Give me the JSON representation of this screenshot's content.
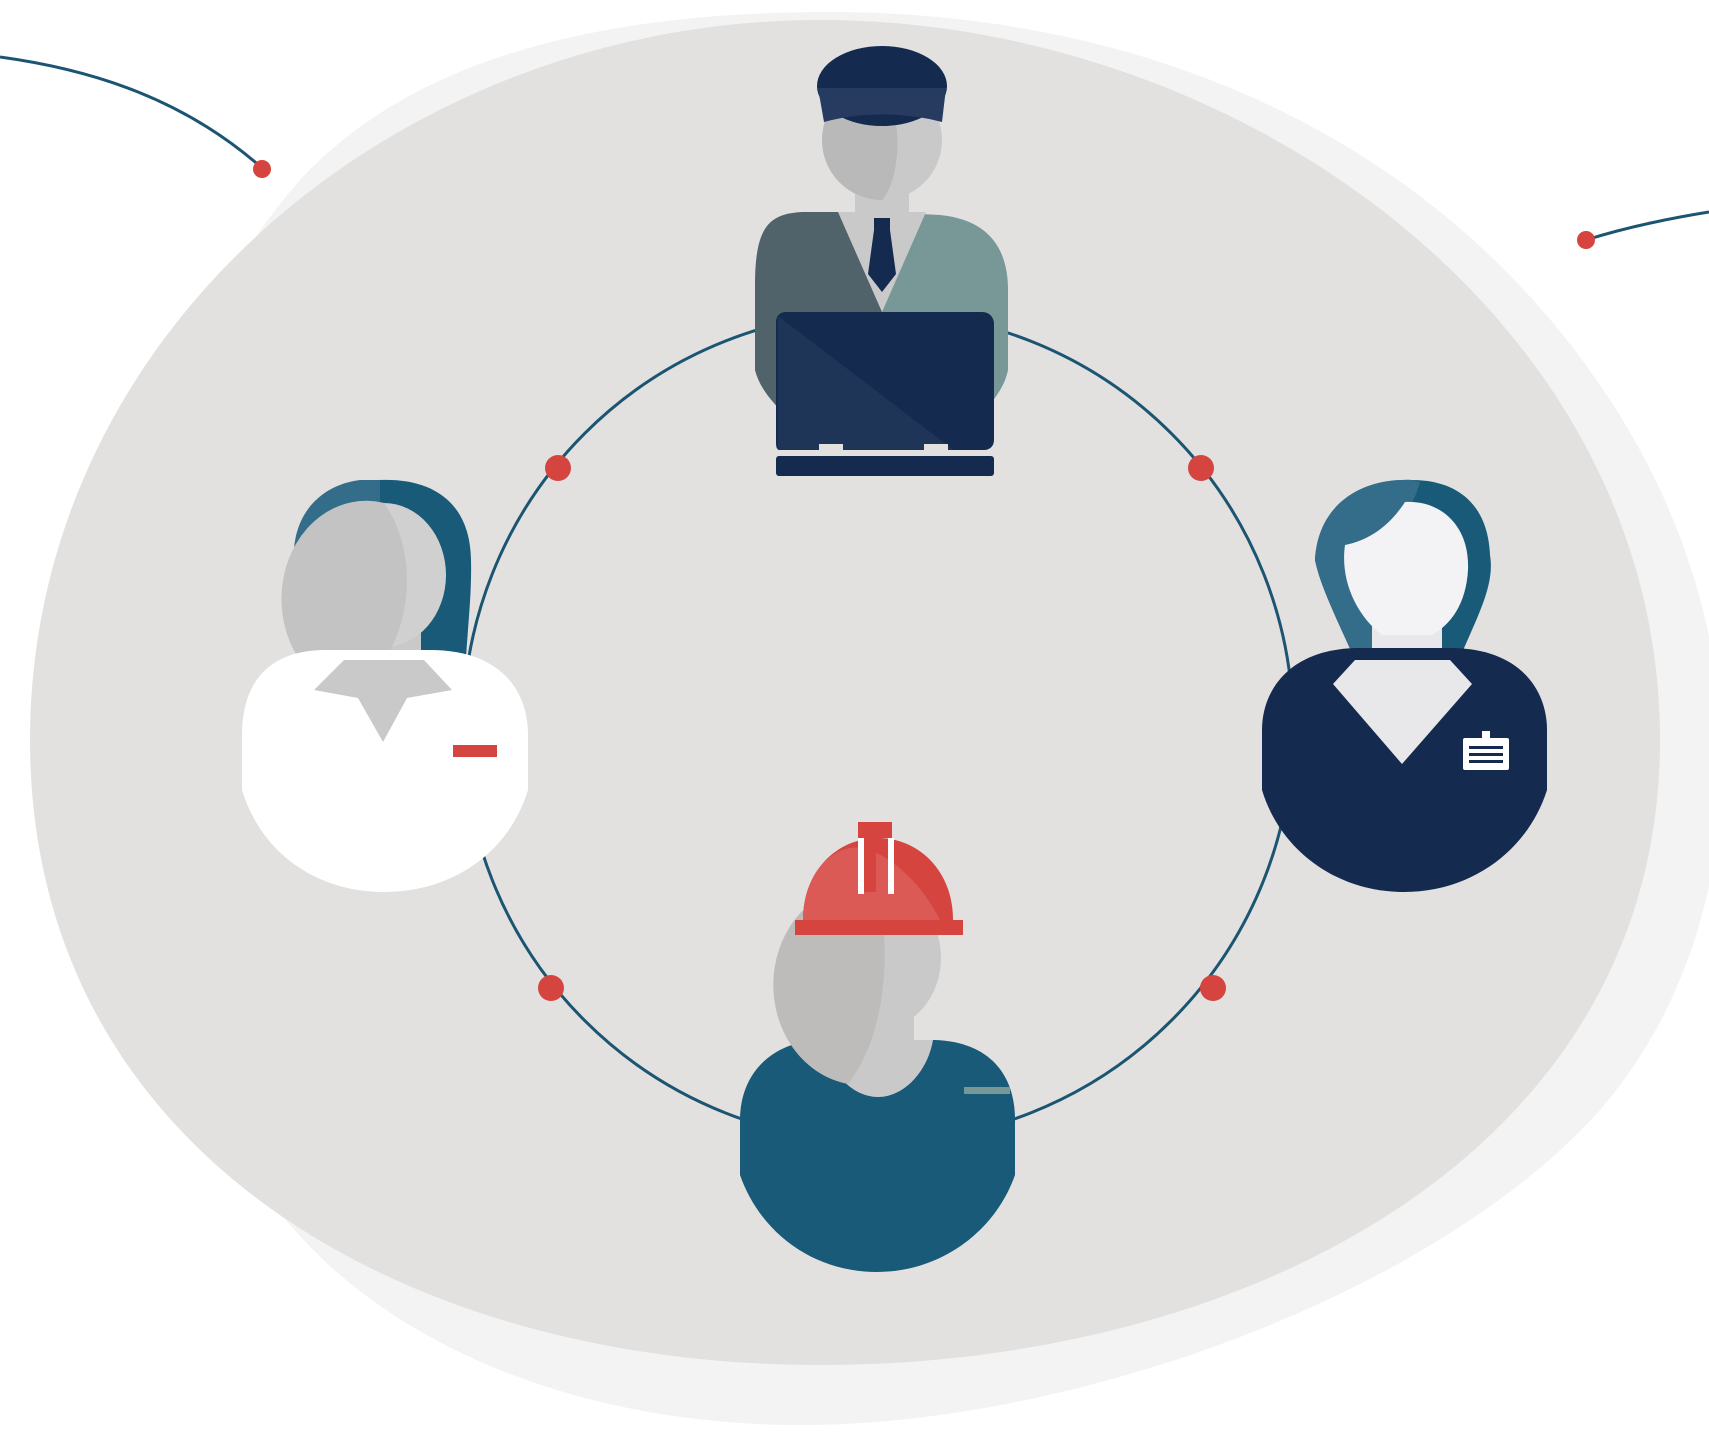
{
  "illustration": {
    "subject": "workforce-network",
    "people": [
      {
        "role": "office-worker",
        "icon": "person-with-cap-and-laptop-icon"
      },
      {
        "role": "medical-worker",
        "icon": "person-with-white-coat-icon"
      },
      {
        "role": "business-worker",
        "icon": "person-with-id-badge-icon"
      },
      {
        "role": "construction-worker",
        "icon": "person-with-hard-hat-icon"
      }
    ],
    "colors": {
      "background_blob_outer": "#f3f3f3",
      "background_blob_inner": "#e2e1e0",
      "network_line": "#1b5572",
      "network_node": "#d5443f",
      "skin": "#c9c9ca",
      "skin_shade": "#b9b9b9",
      "navy": "#142a4f",
      "teal": "#185a78",
      "teal_light": "#336d89",
      "slate": "#51636a",
      "sage": "#789797",
      "red": "#d5443f",
      "white": "#ffffff"
    }
  }
}
